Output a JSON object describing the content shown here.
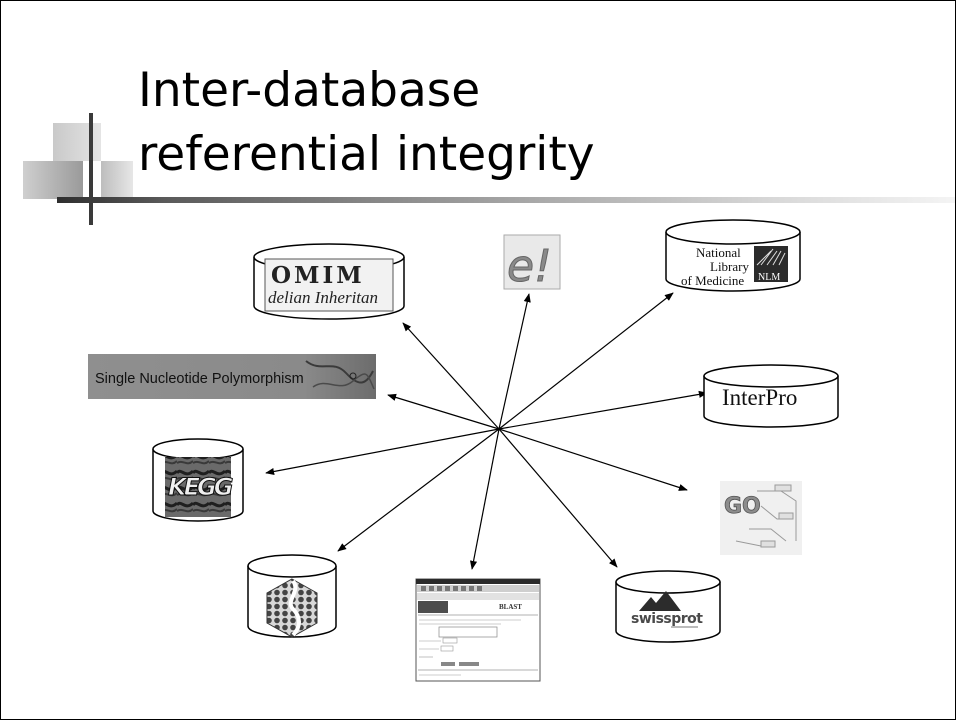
{
  "slide": {
    "title_line1": "Inter-database",
    "title_line2": "referential integrity"
  },
  "nodes": {
    "omim": {
      "big": "OMIM",
      "small": "delian Inheritan"
    },
    "ensembl": {
      "logo": "e!"
    },
    "nlm": {
      "line1": "National",
      "line2": "Library",
      "line3": "of Medicine",
      "badge": "NLM"
    },
    "snp": {
      "label": "Single Nucleotide Polymorphism"
    },
    "interpro": {
      "label": "InterPro"
    },
    "kegg": {
      "logo": "KEGG"
    },
    "go": {
      "logo": "GO"
    },
    "swissprot": {
      "label": "swissprot"
    },
    "blast": {
      "header": "BLAST"
    }
  }
}
